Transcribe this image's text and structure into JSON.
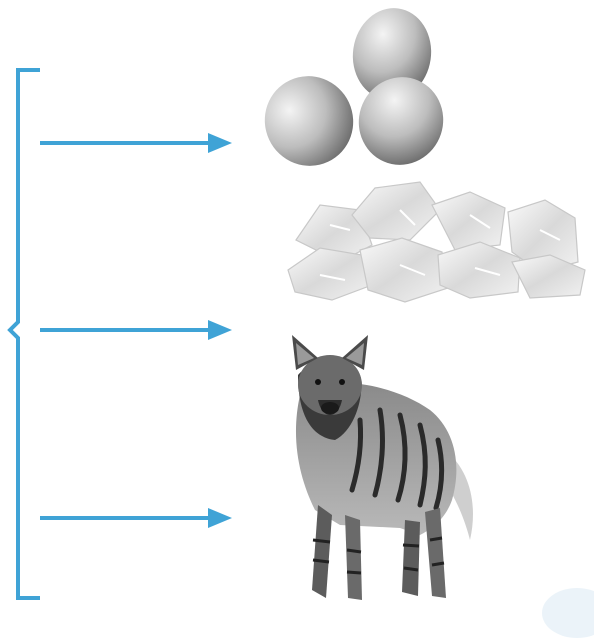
{
  "diagram": {
    "bracket_color": "#3fa3d6",
    "arrow_color": "#3fa3d6",
    "items": [
      {
        "name": "eggs",
        "icon": "eggs-image"
      },
      {
        "name": "ice",
        "icon": "ice-cubes-image"
      },
      {
        "name": "hyena",
        "icon": "hyena-image"
      }
    ]
  }
}
